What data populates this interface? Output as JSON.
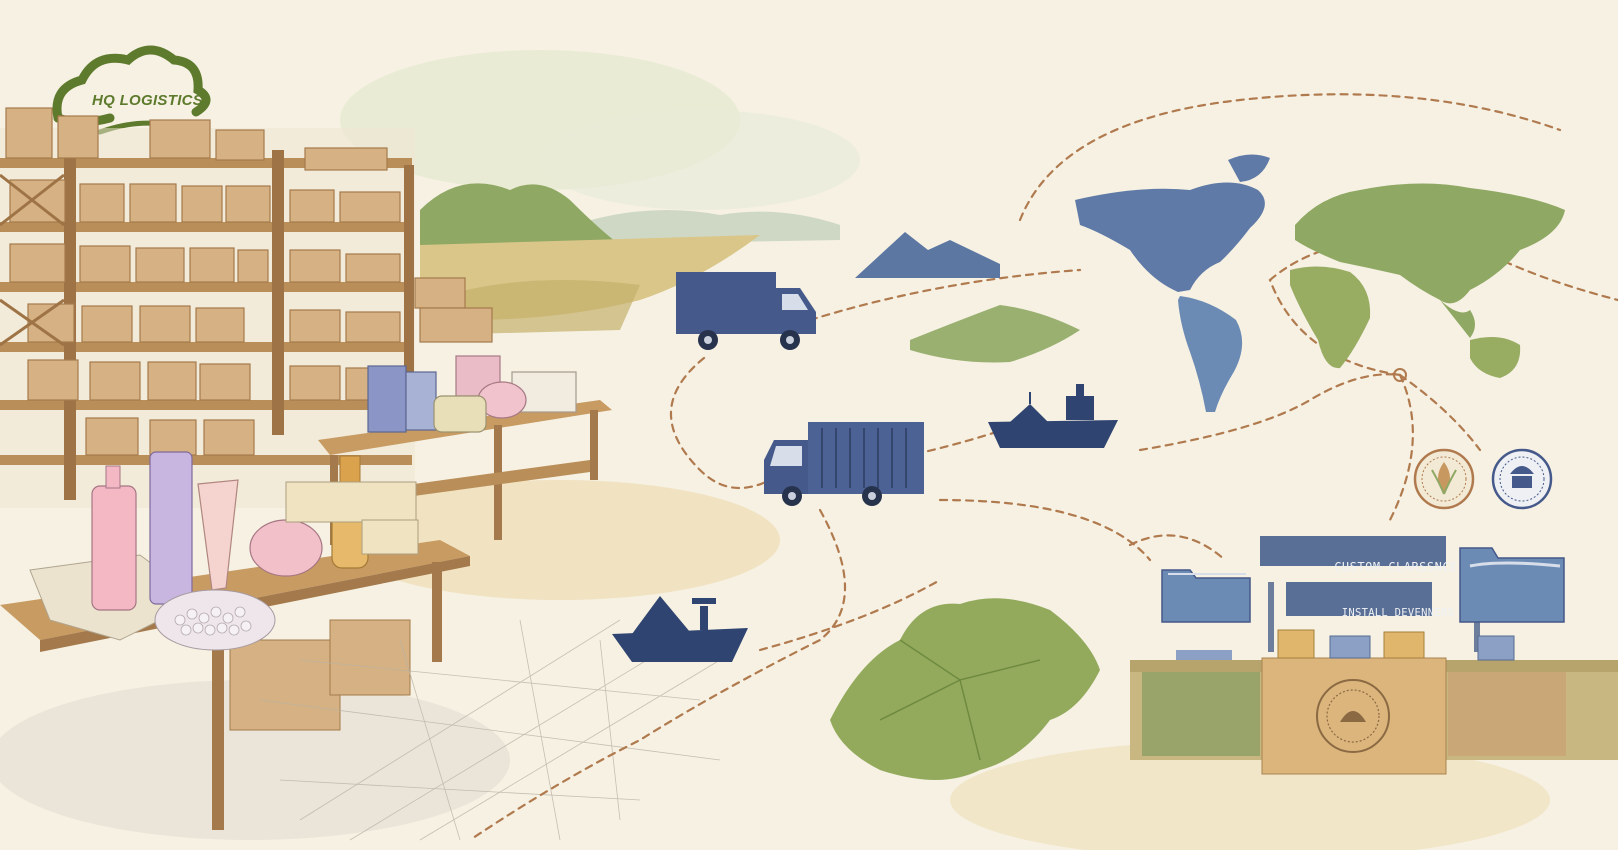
{
  "brand": {
    "name": "HQ LOGISTICS"
  },
  "customs_desk": {
    "sign_title": "CUSTOM CLARSSNCE",
    "sign_subtitle": "INSTALL DEVENNERS"
  },
  "colors": {
    "paper": "#f6f1e3",
    "navy": "#3a4f78",
    "olive": "#7a9a4a",
    "route": "#b07a4e",
    "wood": "#c89b62",
    "box": "#d6b183",
    "logo": "#5e7a2c",
    "sign": "#5a6f95"
  },
  "icons": [
    "delivery-truck-icon",
    "container-truck-icon",
    "cargo-ship-icon",
    "folder-icon",
    "customs-seal-icon",
    "world-map-icon"
  ]
}
